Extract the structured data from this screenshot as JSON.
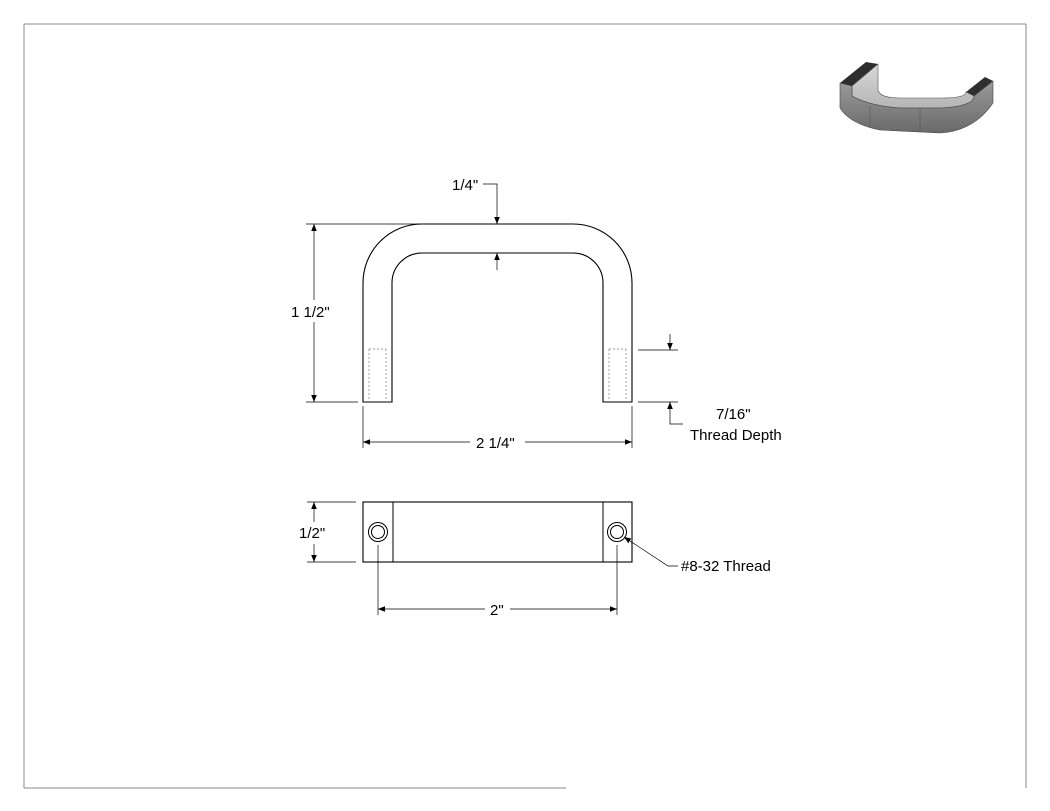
{
  "drawing": {
    "dimensions": {
      "wall_thickness": "1/4\"",
      "overall_height": "1 1/2\"",
      "overall_width": "2 1/4\"",
      "thread_depth_value": "7/16\"",
      "thread_depth_label": "Thread Depth",
      "bottom_height": "1/2\"",
      "hole_spacing": "2\"",
      "thread_callout": "#8-32 Thread"
    },
    "colors": {
      "border": "#888888",
      "line": "#000000",
      "handle_dark": "#3a3a3a",
      "handle_mid": "#8a8a8a",
      "handle_light": "#c9c9c9"
    }
  }
}
